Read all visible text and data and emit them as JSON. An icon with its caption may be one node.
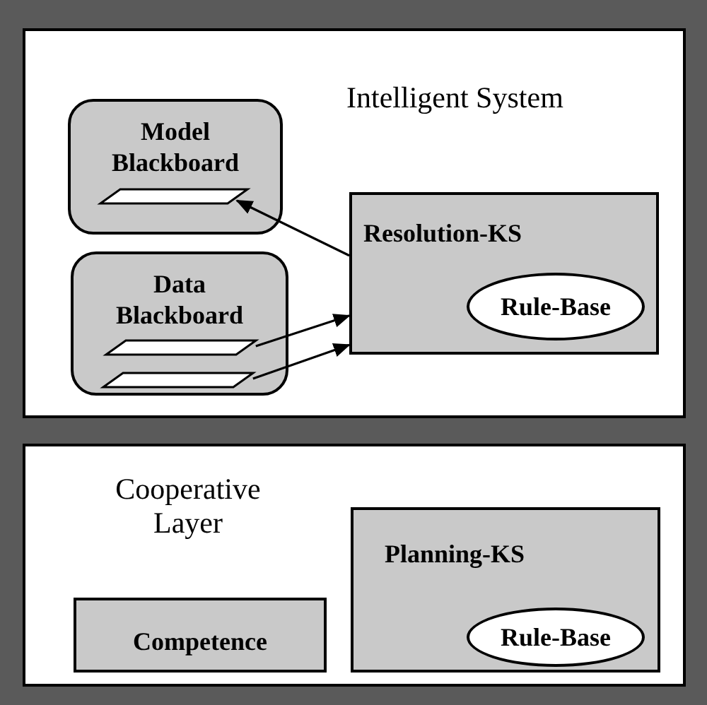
{
  "diagram": {
    "nodes": [
      {
        "text": [
          "Intelligent System"
        ]
      },
      {
        "text": [
          "Model Blackboard"
        ],
        "in": 0
      },
      {
        "text": [],
        "shape": "parallelogram",
        "in": 1
      },
      {
        "text": [
          "Data Blackboard"
        ],
        "in": 0
      },
      {
        "text": [],
        "shape": "parallelogram",
        "in": 3
      },
      {
        "text": [],
        "shape": "parallelogram",
        "in": 3
      },
      {
        "text": [
          "Resolution-KS"
        ],
        "in": 0
      },
      {
        "text": [
          "Rule-Base"
        ],
        "in": 6
      },
      {
        "text": [
          "Cooperative Layer"
        ]
      },
      {
        "text": [
          "Competence"
        ],
        "in": 8
      },
      {
        "text": [
          "Planning-KS"
        ],
        "in": 8
      },
      {
        "text": [
          "Rule-Base"
        ],
        "in": 10
      }
    ],
    "edges": [
      {
        "from": 6,
        "to": 2,
        "arrow": "to"
      },
      {
        "from": 4,
        "to": 6,
        "arrow": "to"
      },
      {
        "from": 5,
        "to": 6,
        "arrow": "to"
      }
    ]
  }
}
